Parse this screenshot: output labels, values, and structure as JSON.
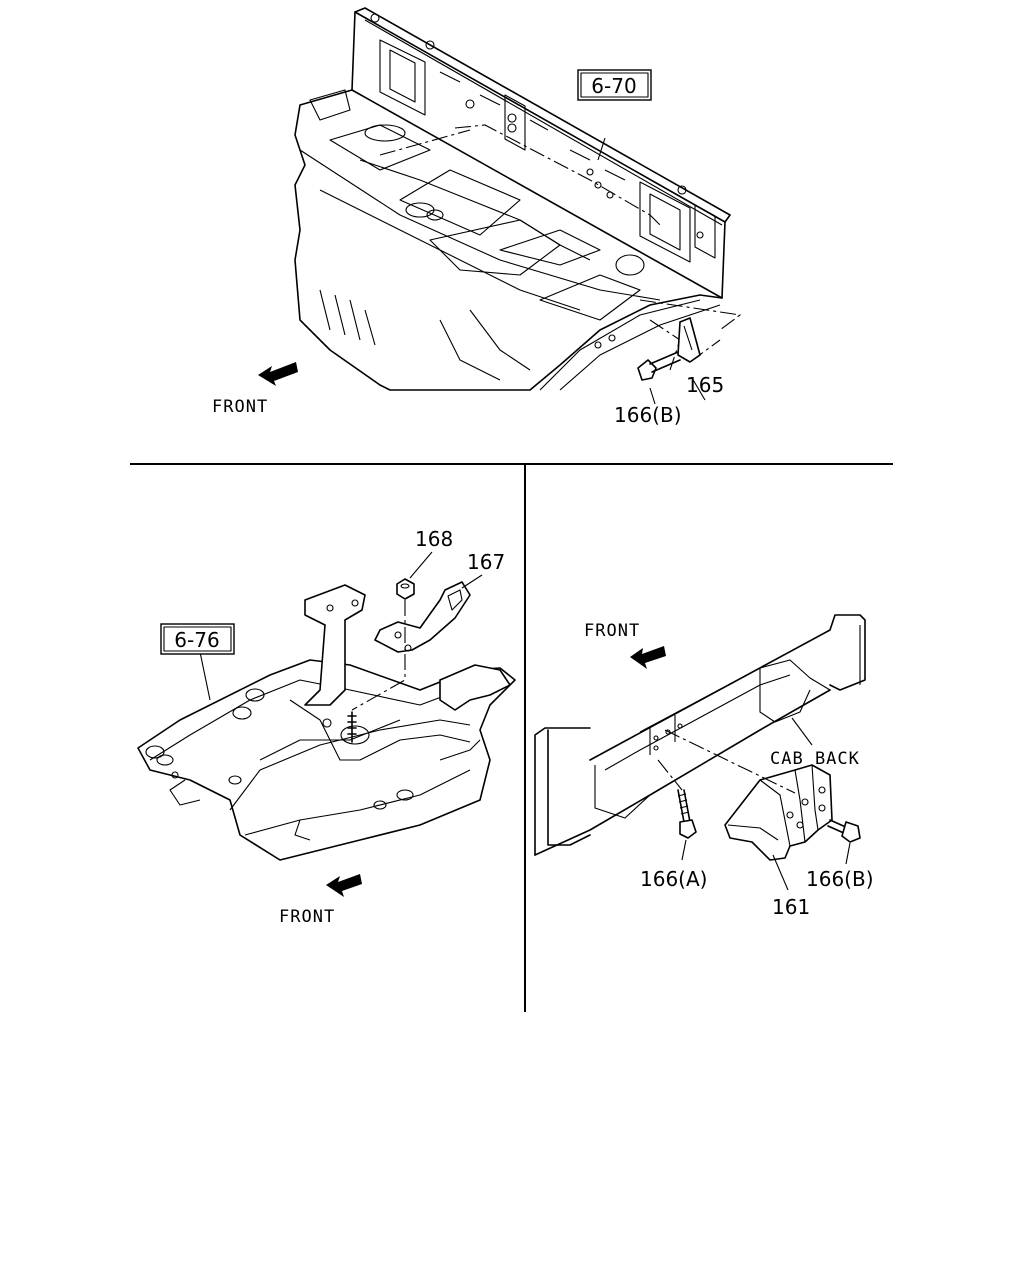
{
  "panels": {
    "top": {
      "ref_box": "6-70",
      "direction_label": "FRONT",
      "callouts": [
        "165",
        "166(B)"
      ]
    },
    "bottom_left": {
      "ref_box": "6-76",
      "direction_label": "FRONT",
      "callouts": [
        "168",
        "167"
      ]
    },
    "bottom_right": {
      "direction_label": "FRONT",
      "note_label": "CAB BACK",
      "callouts": [
        "166(A)",
        "166(B)",
        "161"
      ]
    }
  }
}
